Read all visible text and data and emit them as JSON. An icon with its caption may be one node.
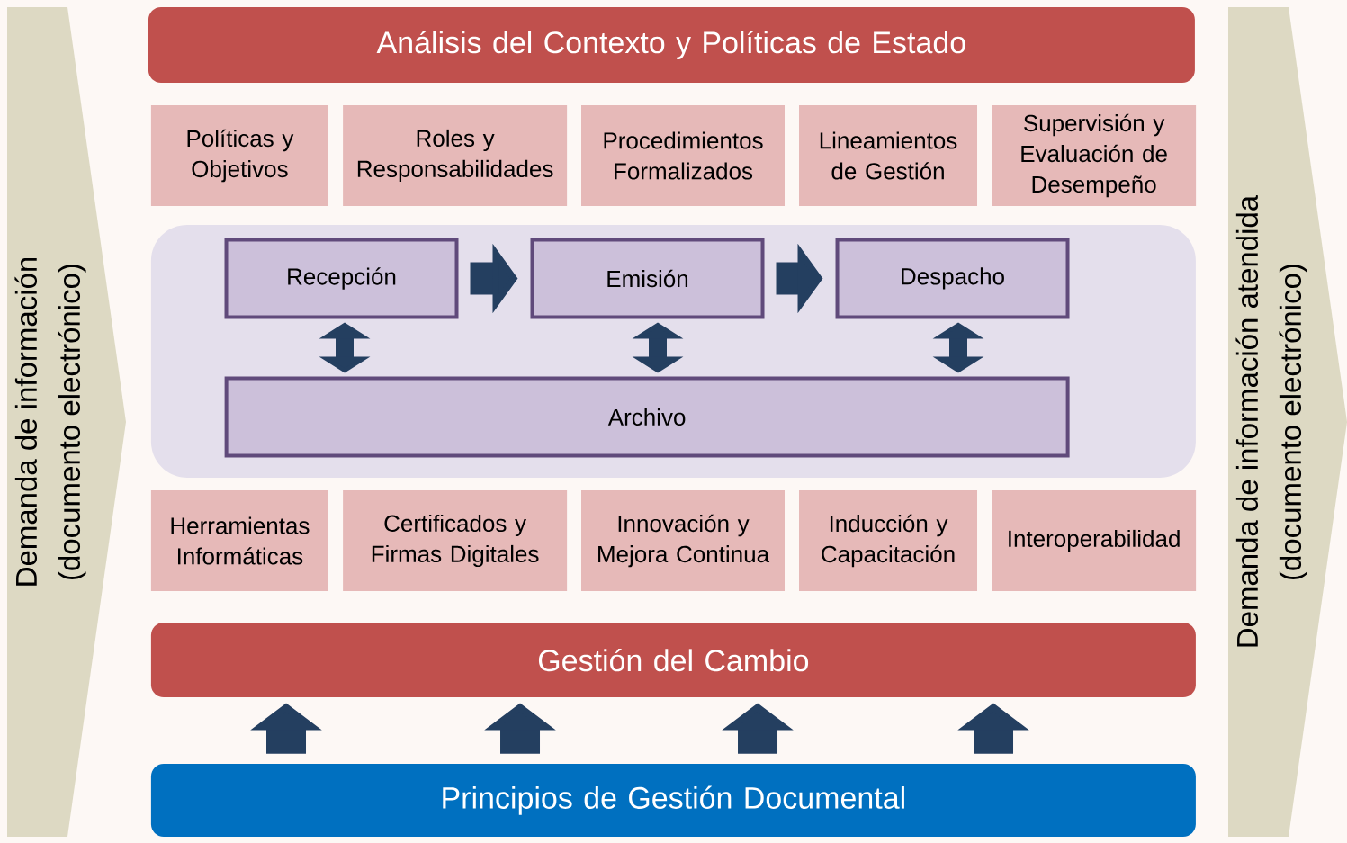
{
  "diagram": {
    "nodes": [
      {
        "text": [
          "Demanda de información",
          "(documento electrónico)"
        ]
      },
      {
        "text": [
          "Análisis del Contexto y Políticas de Estado"
        ]
      },
      {
        "text": [
          "Políticas y Objetivos"
        ]
      },
      {
        "text": [
          "Roles y Responsabilidades"
        ]
      },
      {
        "text": [
          "Procedimientos Formalizados"
        ]
      },
      {
        "text": [
          "Lineamientos de Gestión"
        ]
      },
      {
        "text": [
          "Supervisión y Evaluación de Desempeño"
        ]
      },
      {
        "text": [],
        "shape": "box"
      },
      {
        "text": [
          "Recepción"
        ],
        "in": 7
      },
      {
        "text": [
          "Emisión"
        ],
        "in": 7
      },
      {
        "text": [
          "Despacho"
        ],
        "in": 7
      },
      {
        "text": [
          "Archivo"
        ],
        "in": 7
      },
      {
        "text": [
          "Herramientas Informáticas"
        ]
      },
      {
        "text": [
          "Certificados y Firmas Digitales"
        ]
      },
      {
        "text": [
          "Innovación y Mejora Continua"
        ]
      },
      {
        "text": [
          "Inducción y Capacitación"
        ]
      },
      {
        "text": [
          "Interoperabilidad"
        ]
      },
      {
        "text": [
          "Gestión del Cambio"
        ]
      },
      {
        "text": [
          "Principios de Gestión Documental"
        ]
      },
      {
        "text": [
          "Demanda de información atendida",
          "(documento electrónico)"
        ]
      }
    ],
    "edges": [
      {
        "from": 8,
        "to": 9,
        "arrow": "to"
      },
      {
        "from": 9,
        "to": 10,
        "arrow": "to"
      },
      {
        "from": 8,
        "to": 11,
        "arrow": "both"
      },
      {
        "from": 9,
        "to": 11,
        "arrow": "both"
      },
      {
        "from": 10,
        "to": 11,
        "arrow": "both"
      },
      {
        "from": 18,
        "to": 17,
        "arrow": "to"
      },
      {
        "from": 18,
        "to": 17,
        "arrow": "to"
      },
      {
        "from": 18,
        "to": 17,
        "arrow": "to"
      },
      {
        "from": 18,
        "to": 17,
        "arrow": "to"
      }
    ]
  }
}
